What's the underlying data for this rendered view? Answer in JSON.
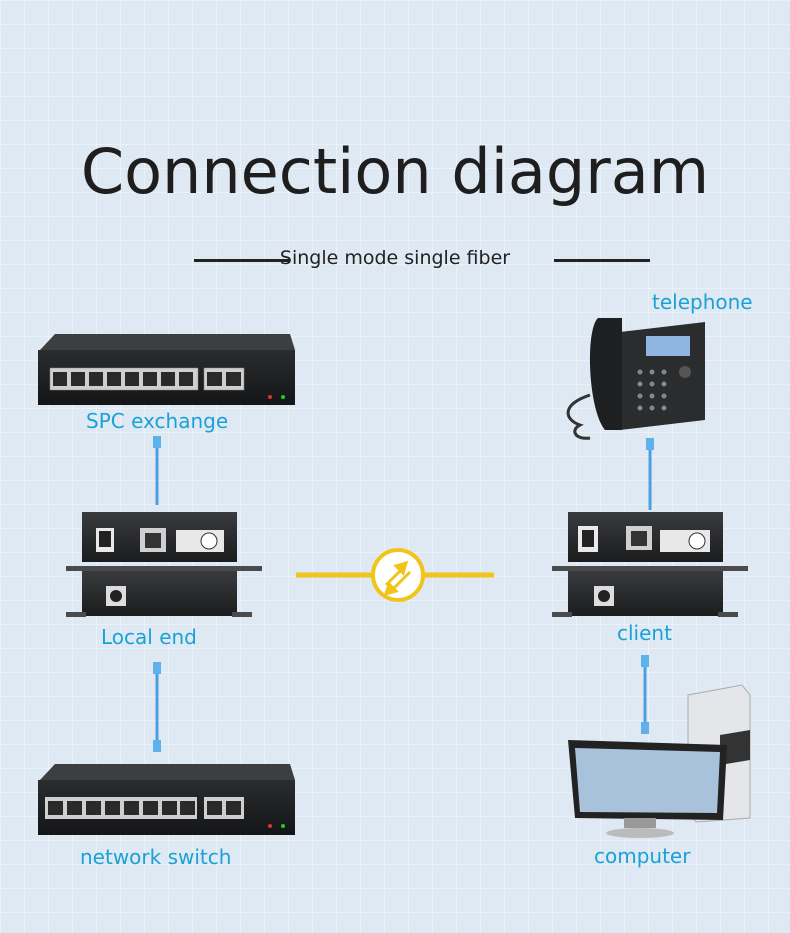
{
  "title": "Connection diagram",
  "subtitle": "Single mode single fiber",
  "labels": {
    "telephone": "telephone",
    "spc_exchange": "SPC exchange",
    "local_end": "Local end",
    "client": "client",
    "network_switch": "network switch",
    "computer": "computer"
  },
  "colors": {
    "label_blue": "#1aa1d6",
    "fiber_yellow": "#f0c419",
    "cable_blue": "#4a9fe0",
    "device_dark": "#2a2b2d"
  },
  "icons": [
    "fiber-link-icon",
    "telephone-image",
    "computer-image"
  ]
}
